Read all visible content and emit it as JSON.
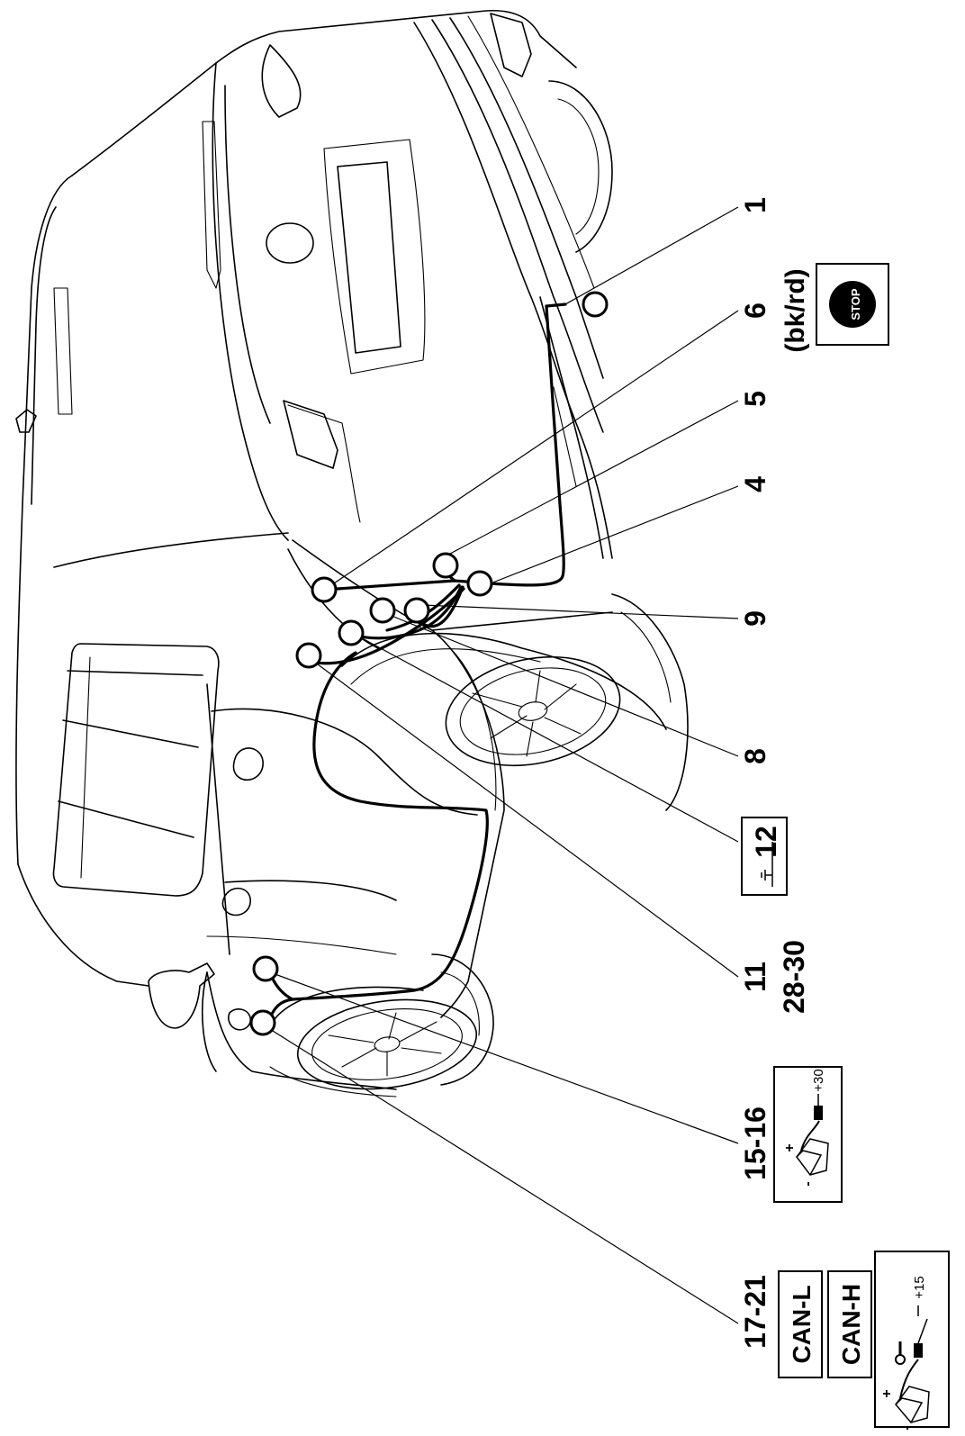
{
  "callouts": [
    {
      "id": "c1",
      "label": "1"
    },
    {
      "id": "c6",
      "label": "6"
    },
    {
      "id": "c6-color",
      "label": "(bk/rd)"
    },
    {
      "id": "c5",
      "label": "5"
    },
    {
      "id": "c4",
      "label": "4"
    },
    {
      "id": "c9",
      "label": "9"
    },
    {
      "id": "c8",
      "label": "8"
    },
    {
      "id": "c12",
      "label": "12"
    },
    {
      "id": "c11",
      "label": "11"
    },
    {
      "id": "c28",
      "label": "28-30"
    },
    {
      "id": "c15",
      "label": "15-16"
    },
    {
      "id": "c17",
      "label": "17-21"
    }
  ],
  "badges": {
    "stop": "STOP",
    "can_l": "CAN-L",
    "can_h": "CAN-H",
    "plus30": "+30",
    "plus15": "+15",
    "plus": "+",
    "minus": "-"
  },
  "colors": {
    "stroke": "#000000",
    "background": "#ffffff"
  }
}
